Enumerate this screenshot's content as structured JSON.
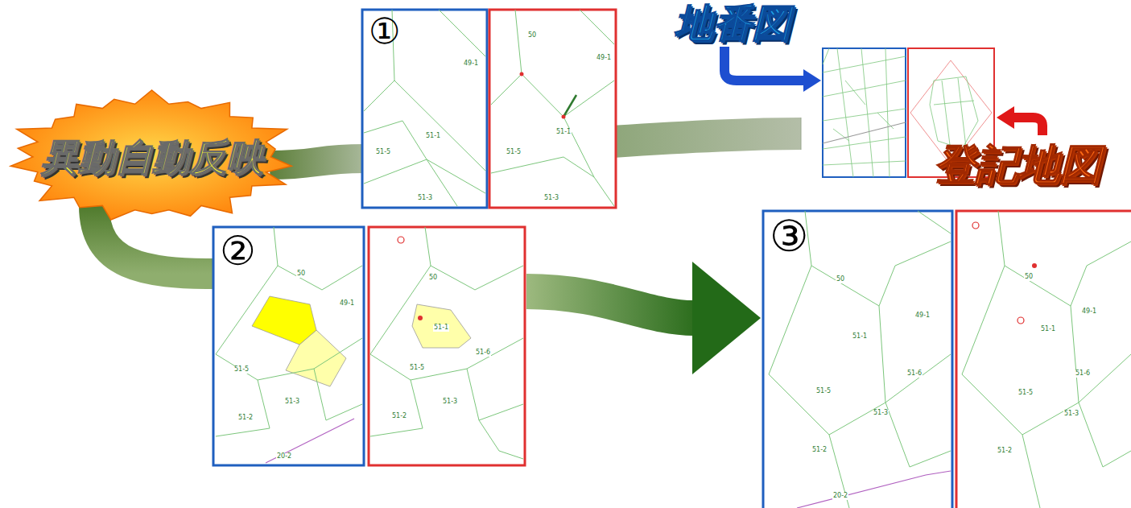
{
  "diagram": {
    "nodes": [
      {
        "text": [
          "異動自動反映"
        ]
      },
      {
        "text": [
          "①"
        ]
      },
      {
        "text": [
          "②"
        ]
      },
      {
        "text": [
          "③"
        ]
      }
    ],
    "edges": [
      {
        "from": 1,
        "to": 0,
        "arrow": "none"
      },
      {
        "from": 0,
        "to": 2,
        "arrow": "none"
      },
      {
        "from": 2,
        "to": 3,
        "arrow": "to"
      }
    ],
    "labels": [
      "地番図",
      "登記地図",
      "49-1",
      "51-1",
      "51-5",
      "51-3",
      "50",
      "49-1",
      "51-1",
      "51-5",
      "51-3",
      "50",
      "49-1",
      "51-5",
      "51-3",
      "51-2",
      "20-2",
      "50",
      "51-1",
      "51-6",
      "51-5",
      "51-3",
      "51-2",
      "50",
      "49-1",
      "51-1",
      "51-6",
      "51-5",
      "51-3",
      "51-2",
      "20-2",
      "50",
      "49-1",
      "51-1",
      "51-6",
      "51-5",
      "51-3",
      "51-2"
    ]
  }
}
